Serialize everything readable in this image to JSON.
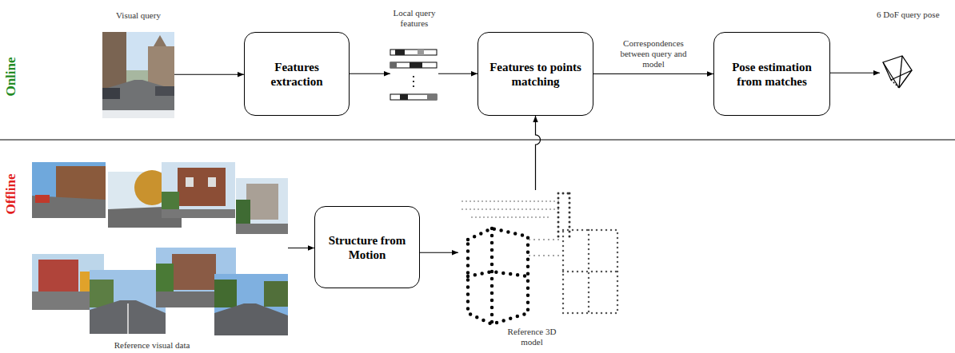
{
  "diagram": {
    "nodes": [
      {
        "text": [
          "Visual query"
        ]
      },
      {
        "text": [
          "Features extraction"
        ]
      },
      {
        "text": [
          "Local query features"
        ]
      },
      {
        "text": [
          "Features to points matching"
        ]
      },
      {
        "text": [
          "Pose estimation from matches"
        ]
      },
      {
        "text": [
          "6 DoF query pose"
        ]
      },
      {
        "text": [
          "Reference visual data"
        ]
      },
      {
        "text": [
          "Structure from Motion"
        ]
      },
      {
        "text": [
          "Reference 3D model"
        ]
      }
    ],
    "edges": [
      {
        "from": 0,
        "to": 1,
        "arrow": "to"
      },
      {
        "from": 1,
        "to": 2,
        "arrow": "to"
      },
      {
        "from": 2,
        "to": 3,
        "arrow": "to"
      },
      {
        "from": 3,
        "to": 4,
        "label": "Correspondences between query and model",
        "arrow": "to"
      },
      {
        "from": 4,
        "to": 5,
        "arrow": "to"
      },
      {
        "from": 6,
        "to": 7,
        "arrow": "to"
      },
      {
        "from": 7,
        "to": 8,
        "arrow": "to"
      },
      {
        "from": 8,
        "to": 3,
        "arrow": "to"
      }
    ],
    "labels": [
      "Online",
      "Offline"
    ]
  }
}
